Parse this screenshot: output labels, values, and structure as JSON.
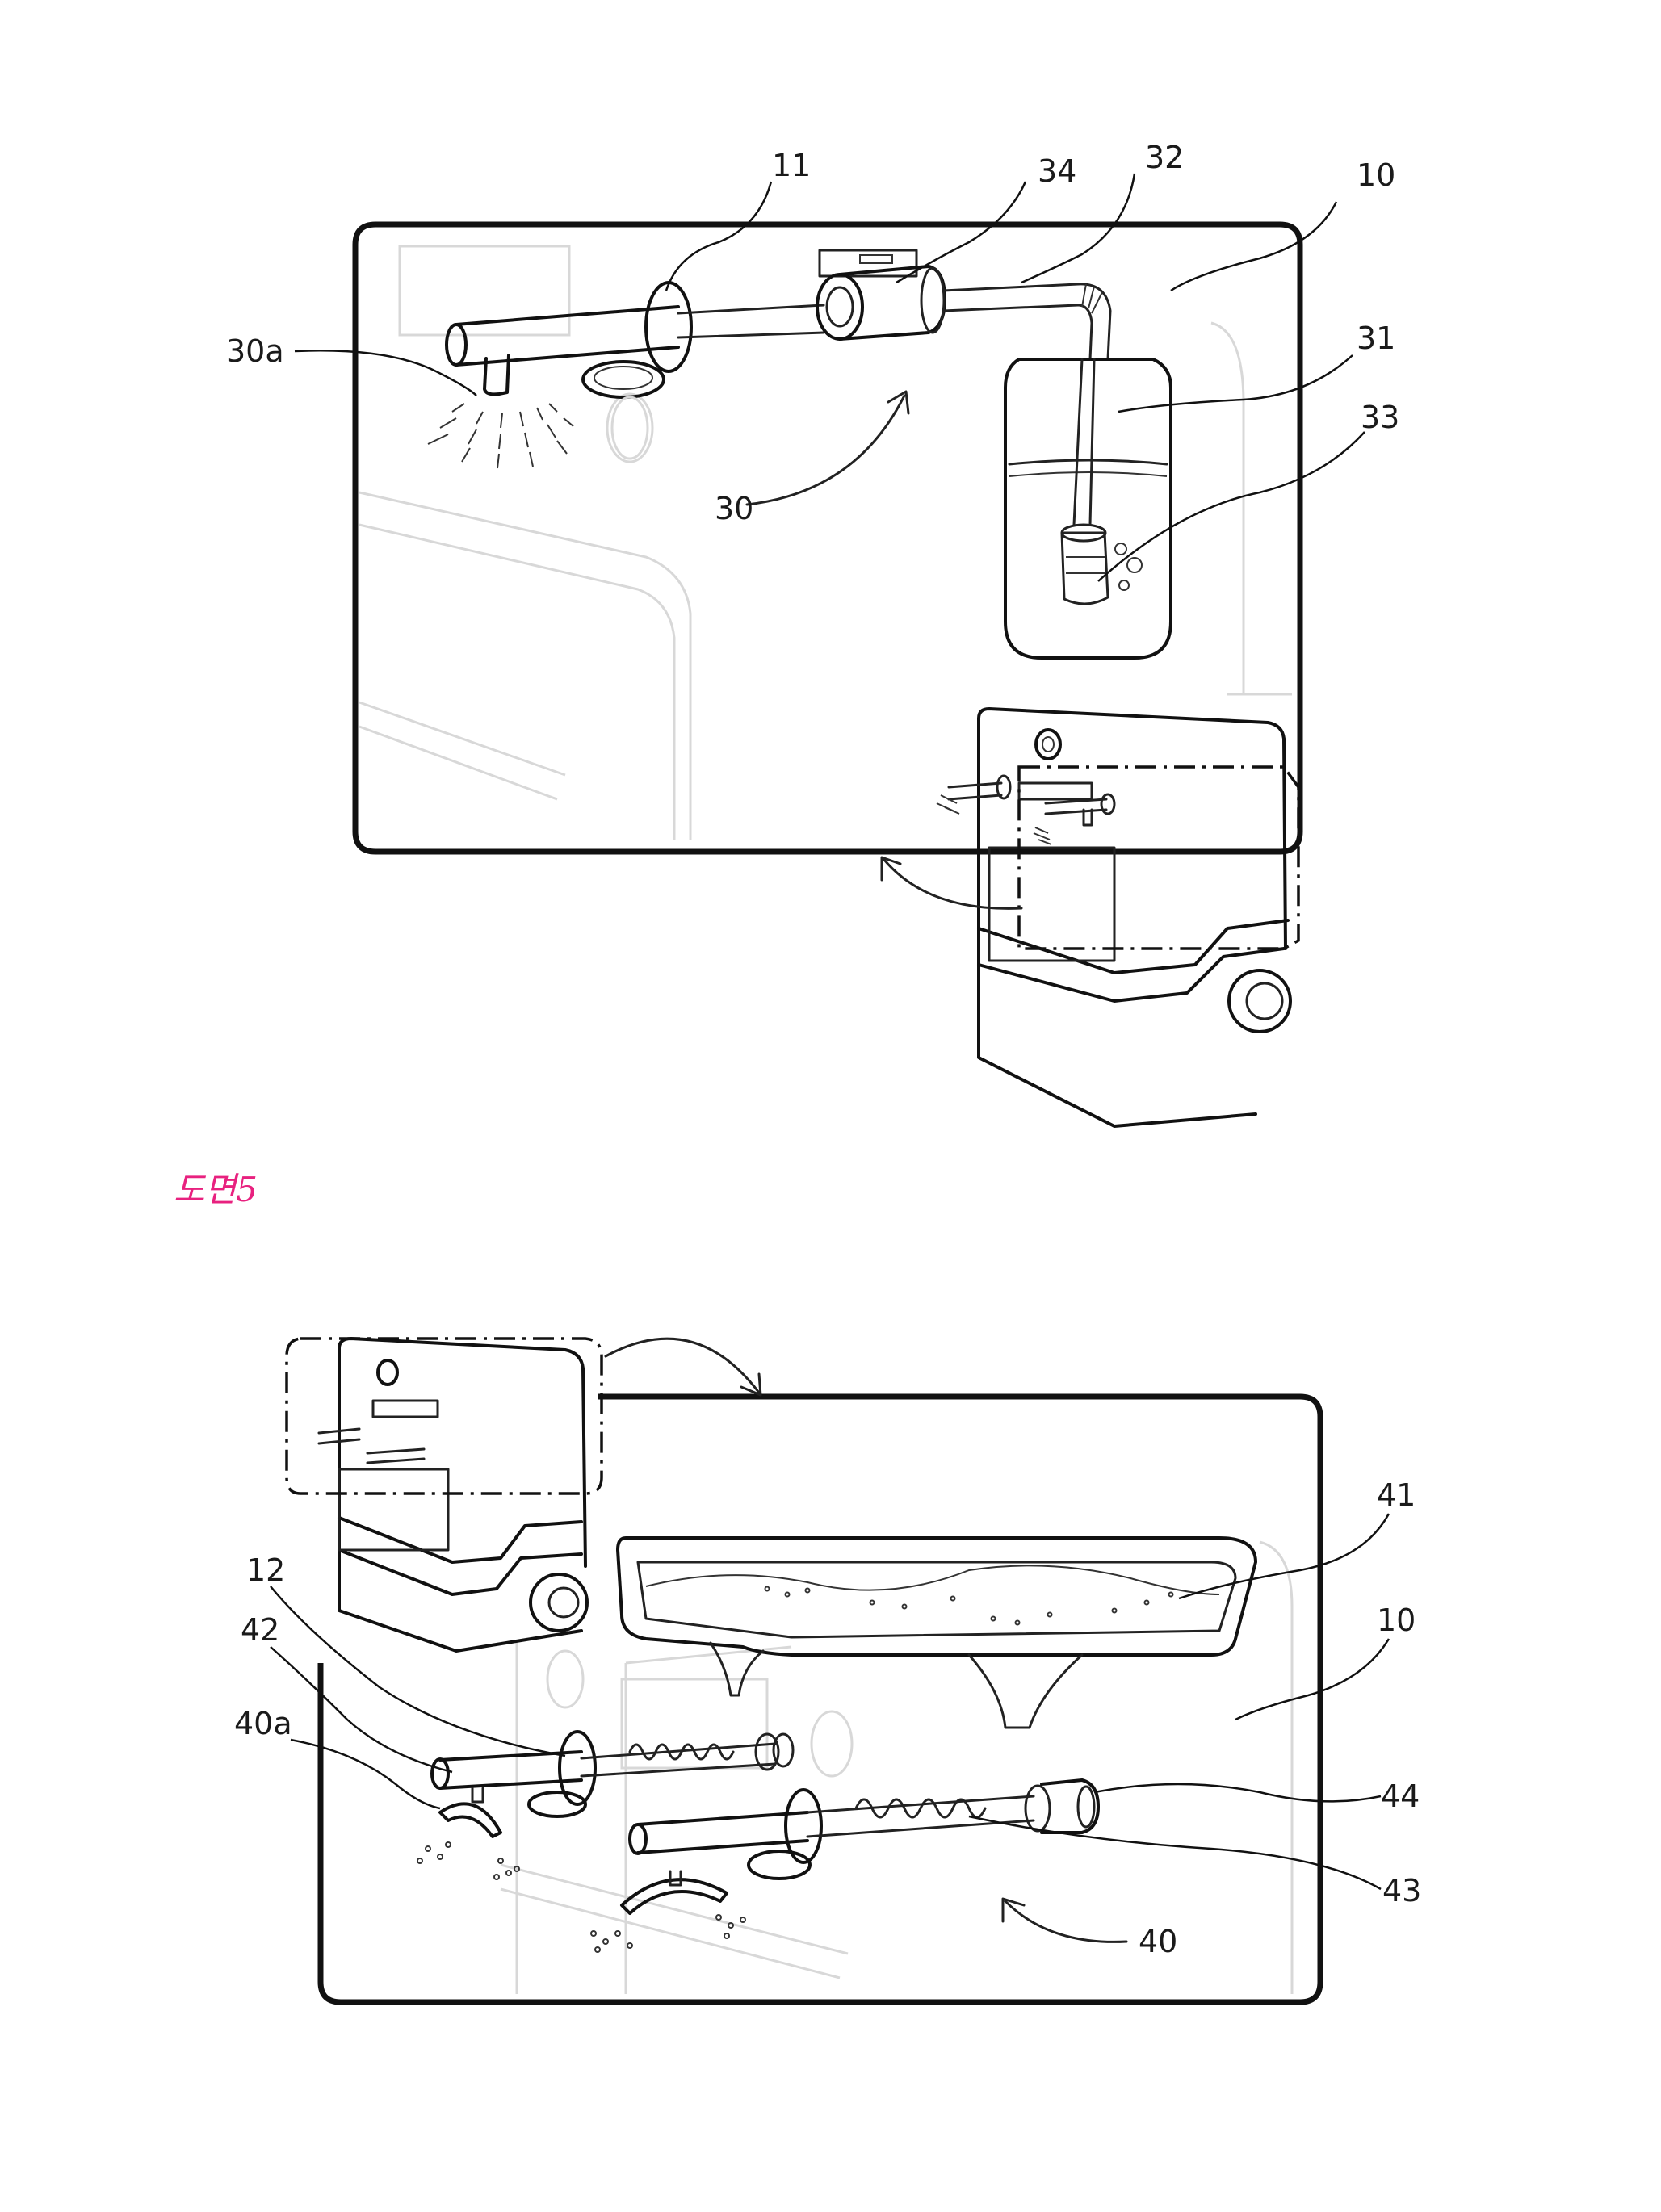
{
  "figure_top": {
    "labels": {
      "l11": "11",
      "l34": "34",
      "l32": "32",
      "l10": "10",
      "l30a": "30a",
      "l31": "31",
      "l33": "33",
      "l30": "30"
    }
  },
  "section_heading": "도면5",
  "figure_bottom": {
    "labels": {
      "l41": "41",
      "l12": "12",
      "l10": "10",
      "l42": "42",
      "l40a": "40a",
      "l44": "44",
      "l43": "43",
      "l40": "40"
    }
  }
}
